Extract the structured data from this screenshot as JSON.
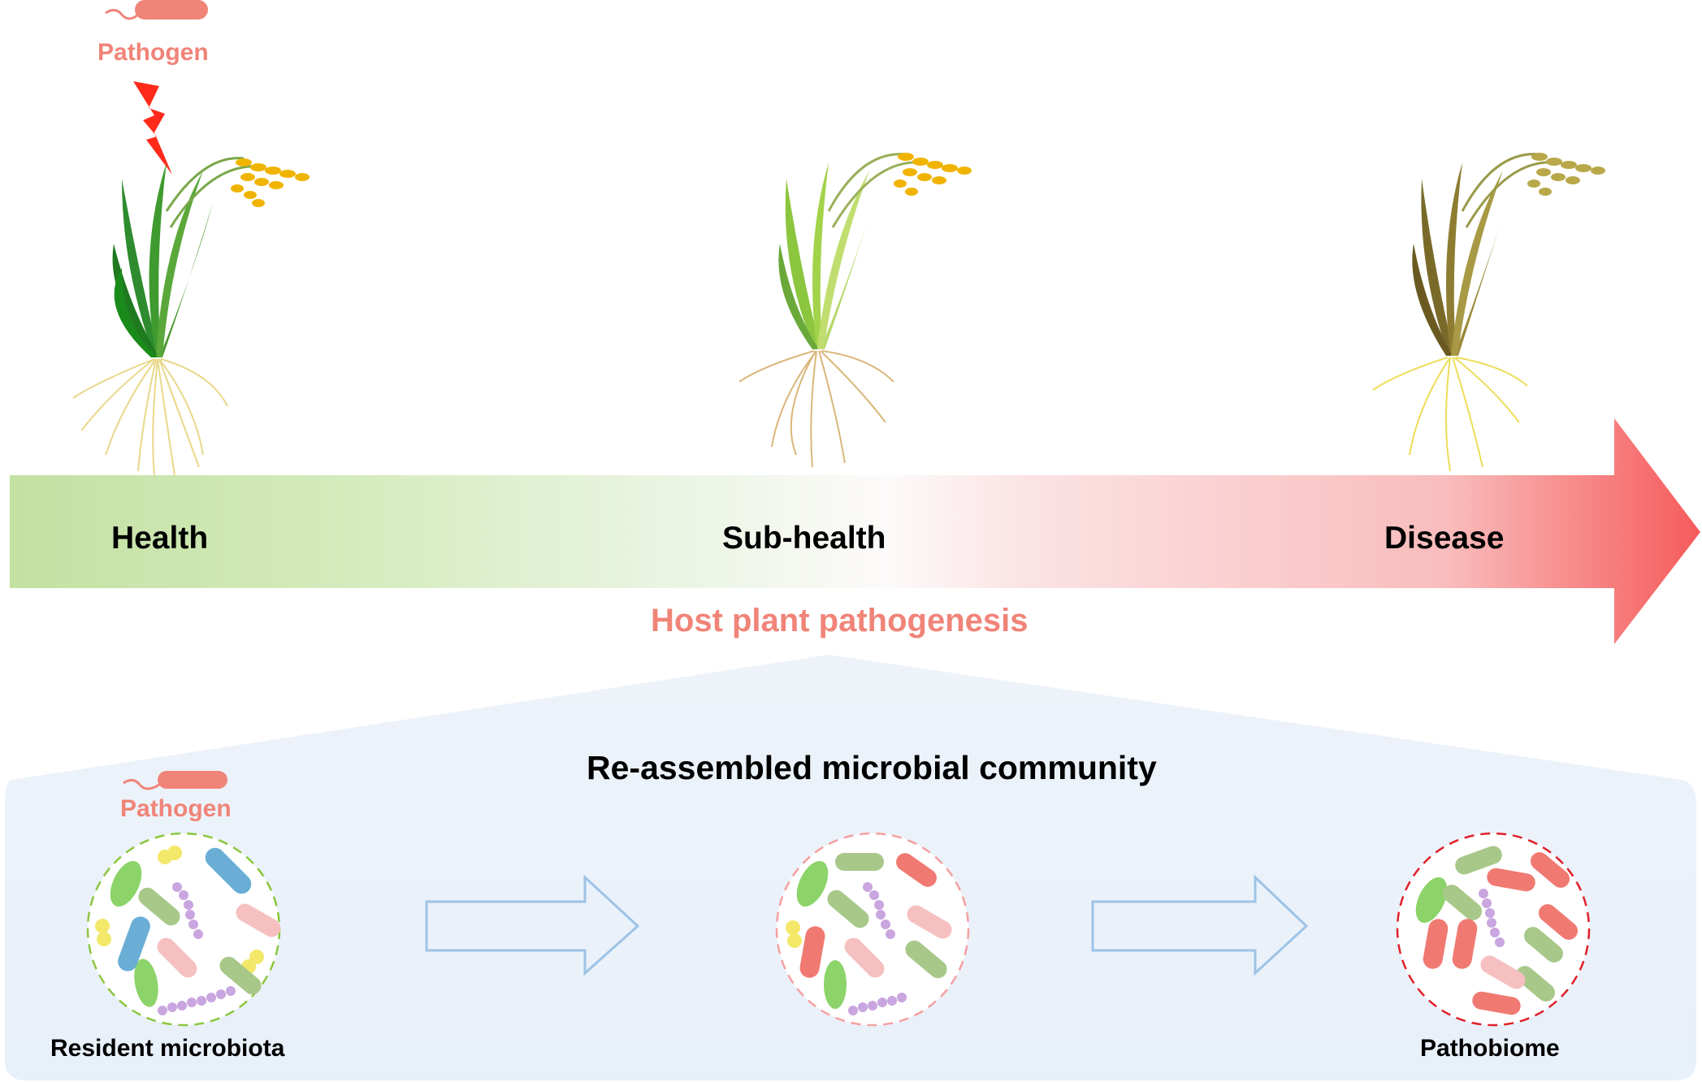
{
  "top": {
    "pathogen_label": "Pathogen",
    "stages": [
      "Health",
      "Sub-health",
      "Disease"
    ],
    "axis_label": "Host plant pathogenesis"
  },
  "bottom": {
    "title": "Re-assembled microbial community",
    "pathogen_label": "Pathogen",
    "left_label": "Resident microbiota",
    "right_label": "Pathobiome"
  },
  "colors": {
    "health_green": "#c5e1a5",
    "disease_red": "#f8a0a0",
    "pathogen": "#f08478",
    "panel_bg": "#edf3fa",
    "flow_arrow": "#9dc3e6",
    "lightning": "#ff2a1a"
  }
}
